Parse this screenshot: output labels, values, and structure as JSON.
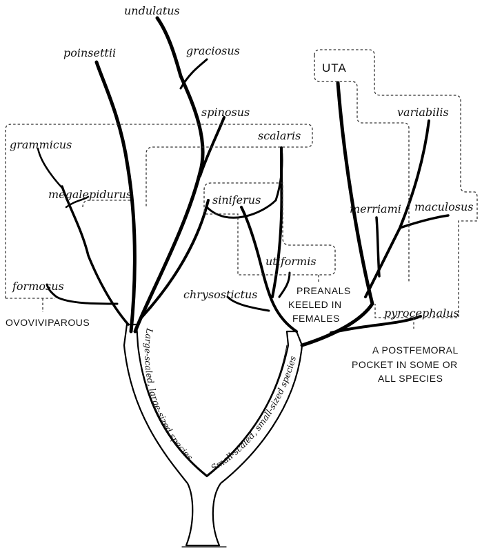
{
  "species": {
    "undulatus": "undulatus",
    "poinsettii": "poinsettii",
    "graciosus": "graciosus",
    "spinosus": "spinosus",
    "scalaris": "scalaris",
    "grammicus": "grammicus",
    "megalepidurus": "megalepidurus",
    "formosus": "formosus",
    "siniferus": "siniferus",
    "utiformis": "utiformis",
    "chrysostictus": "chrysostictus",
    "variabilis": "variabilis",
    "merriami": "merriami",
    "maculosus": "maculosus",
    "pyrocephalus": "pyrocephalus"
  },
  "genus_label": "UTA",
  "group_labels": {
    "ovoviviparous": "OVOVIVIPAROUS",
    "preanals_line1": "PREANALS",
    "preanals_line2": "KEELED IN",
    "preanals_line3": "FEMALES",
    "postfemoral_line1": "A POSTFEMORAL",
    "postfemoral_line2": "POCKET IN SOME OR",
    "postfemoral_line3": "ALL SPECIES"
  },
  "trunk_labels": {
    "left": "Large-scaled, large-sized species",
    "right": "Small-scaled, small-sized species"
  }
}
